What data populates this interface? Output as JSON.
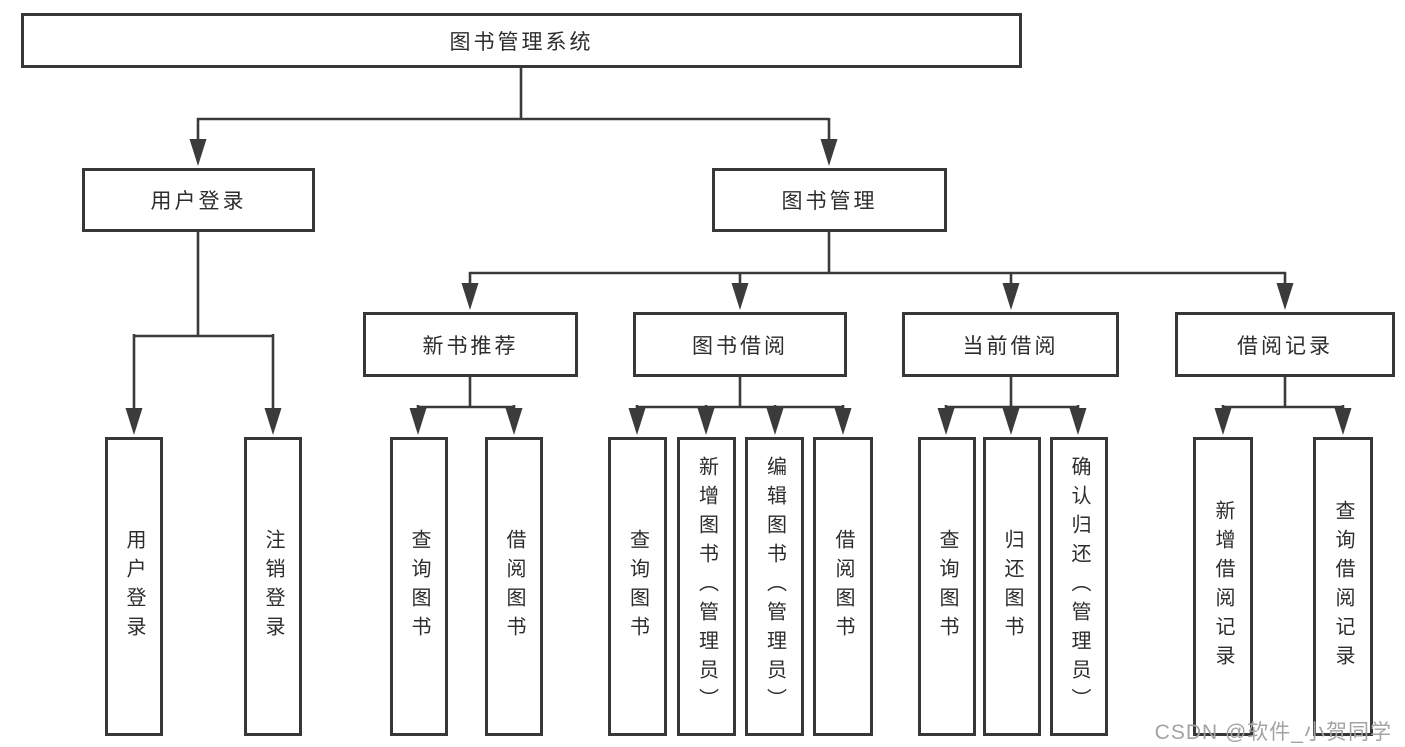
{
  "diagram": {
    "root": {
      "label": "图书管理系统"
    },
    "level2": [
      {
        "label": "用户登录",
        "parent": "图书管理系统"
      },
      {
        "label": "图书管理",
        "parent": "图书管理系统"
      }
    ],
    "level3": [
      {
        "label": "新书推荐",
        "parent": "图书管理"
      },
      {
        "label": "图书借阅",
        "parent": "图书管理"
      },
      {
        "label": "当前借阅",
        "parent": "图书管理"
      },
      {
        "label": "借阅记录",
        "parent": "图书管理"
      }
    ],
    "leaves": [
      {
        "label": "用户登录",
        "parent": "用户登录"
      },
      {
        "label": "注销登录",
        "parent": "用户登录"
      },
      {
        "label": "查询图书",
        "parent": "新书推荐"
      },
      {
        "label": "借阅图书",
        "parent": "新书推荐"
      },
      {
        "label": "查询图书",
        "parent": "图书借阅"
      },
      {
        "label": "新增图书（管理员）",
        "parent": "图书借阅"
      },
      {
        "label": "编辑图书（管理员）",
        "parent": "图书借阅"
      },
      {
        "label": "借阅图书",
        "parent": "图书借阅"
      },
      {
        "label": "查询图书",
        "parent": "当前借阅"
      },
      {
        "label": "归还图书",
        "parent": "当前借阅"
      },
      {
        "label": "确认归还（管理员）",
        "parent": "当前借阅"
      },
      {
        "label": "新增借阅记录",
        "parent": "借阅记录"
      },
      {
        "label": "查询借阅记录",
        "parent": "借阅记录"
      }
    ]
  },
  "watermark": {
    "text": "CSDN @软件_小贺同学",
    "color": "#a3a3a3"
  },
  "colors": {
    "background": "#ffffff",
    "line": "#3b3b3b",
    "box_border": "#373737",
    "text": "#2d2d2d"
  }
}
